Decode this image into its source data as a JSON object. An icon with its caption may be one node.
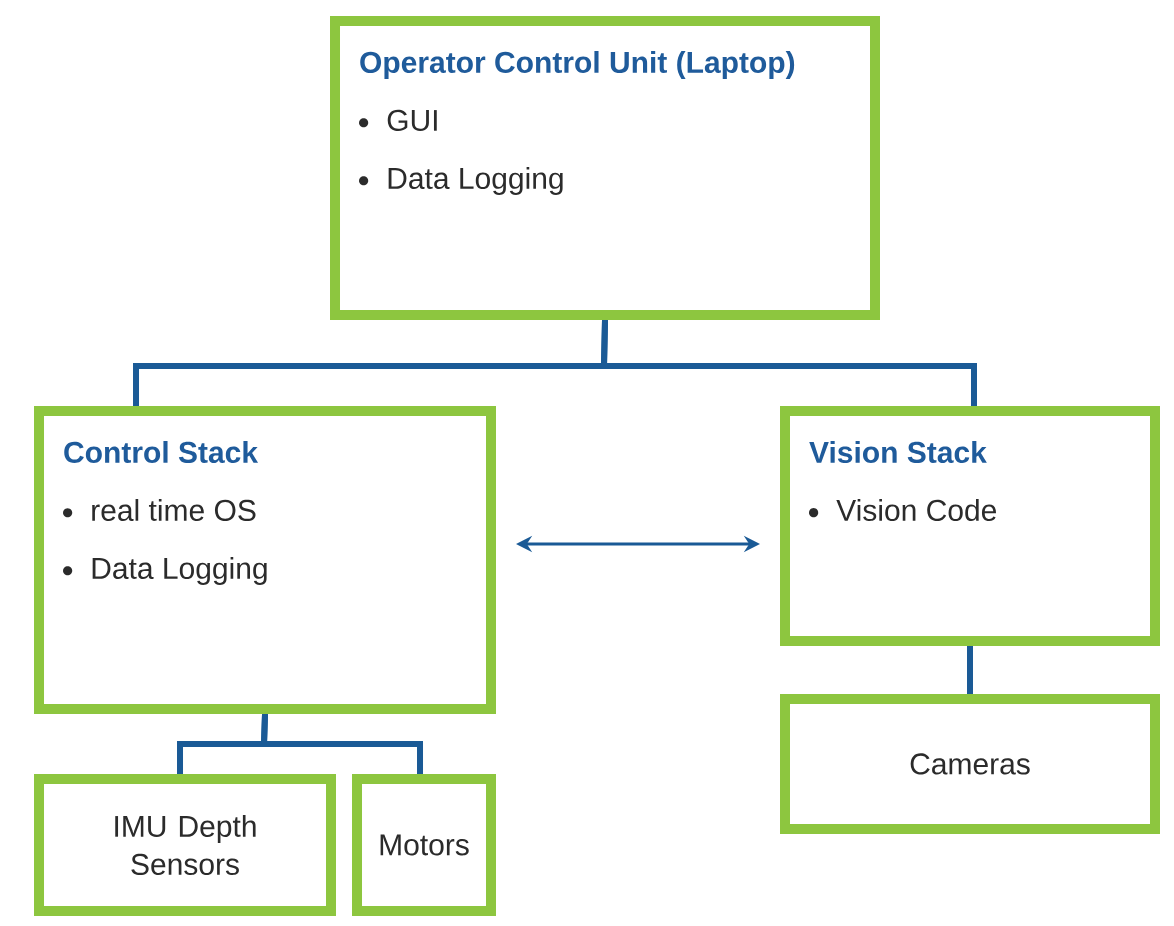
{
  "diagram": {
    "nodes": [
      {
        "text": [
          "Operator Control Unit (Laptop)",
          "GUI",
          "Data Logging"
        ]
      },
      {
        "text": [
          "Control Stack",
          "real time OS",
          "Data Logging"
        ]
      },
      {
        "text": [
          "Vision Stack",
          "Vision Code"
        ]
      },
      {
        "text": [
          "Cameras"
        ]
      },
      {
        "text": [
          "IMU Depth Sensors"
        ]
      },
      {
        "text": [
          "Motors"
        ]
      }
    ],
    "edges": [
      {
        "from": 0,
        "to": 1,
        "arrow": "none"
      },
      {
        "from": 0,
        "to": 2,
        "arrow": "none"
      },
      {
        "from": 1,
        "to": 2,
        "arrow": "both"
      },
      {
        "from": 2,
        "to": 3,
        "arrow": "none"
      },
      {
        "from": 1,
        "to": 4,
        "arrow": "none"
      },
      {
        "from": 1,
        "to": 5,
        "arrow": "none"
      }
    ]
  }
}
